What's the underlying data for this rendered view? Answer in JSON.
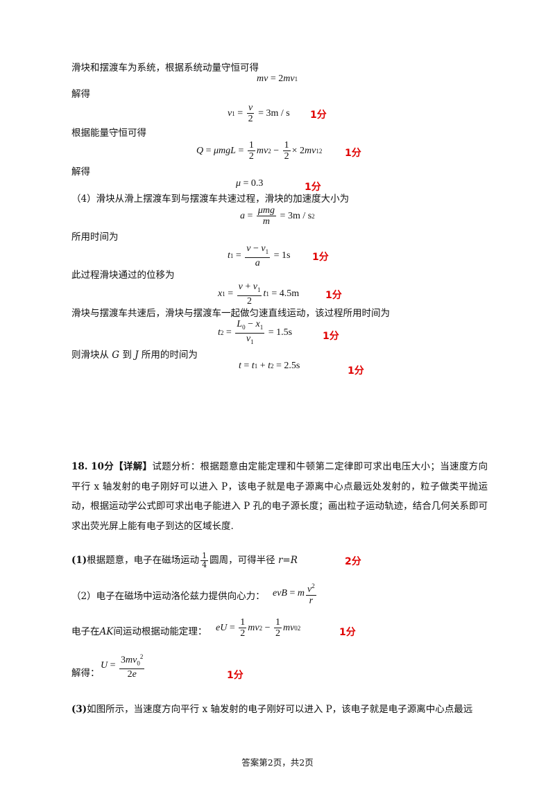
{
  "lines": {
    "l1": "滑块和摆渡车为系统，根据系统动量守恒可得",
    "l2": "解得",
    "l3": "根据能量守恒可得",
    "l4": "解得",
    "l5": "（4）滑块从滑上摆渡车到与摆渡车共速过程，滑块的加速度大小为",
    "l6": "所用时间为",
    "l7": "此过程滑块通过的位移为",
    "l8": "滑块与摆渡车共速后，滑块与摆渡车一起做匀速直线运动，该过程所用时间为",
    "l9_pre": "则滑块从 ",
    "l9_g": "G",
    "l9_mid": " 到 ",
    "l9_j": "J",
    "l9_post": " 所用的时间为"
  },
  "points": {
    "one": "1分",
    "two": "2分"
  },
  "q18": {
    "number": "18.",
    "score": "10分",
    "tag": "【详解】",
    "analysis": "试题分析：根据题意由定能定理和牛顿第二定律即可求出电压大小；当速度方向平行 x 轴发射的电子刚好可以进入 P，该电子就是电子源离中心点最远处发射的，粒子做类平抛运动，根据运动学公式即可求出电子能进入 P 孔的电子源长度；画出粒子运动轨迹，结合几何关系即可求出荧光屏上能有电子到达的区域长度.",
    "p1_label": "(1)",
    "p1_text_a": "根据题意，电子在磁场运动",
    "p1_frac_n": "1",
    "p1_frac_d": "4",
    "p1_text_b": "圆周，可得半径 ",
    "p1_eq": "r=R",
    "p2_text": "（2）电子在磁场中运动洛伦兹力提供向心力：",
    "p2b_text_a": "电子在",
    "p2b_ak": "AK",
    "p2b_text_b": "间运动根据动能定理：",
    "p2c_text": "解得：",
    "p3_label": "(3)",
    "p3_text": "如图所示，当速度方向平行 x 轴发射的电子刚好可以进入 P，该电子就是电子源离中心点最远"
  },
  "footer": "答案第2页，共2页"
}
